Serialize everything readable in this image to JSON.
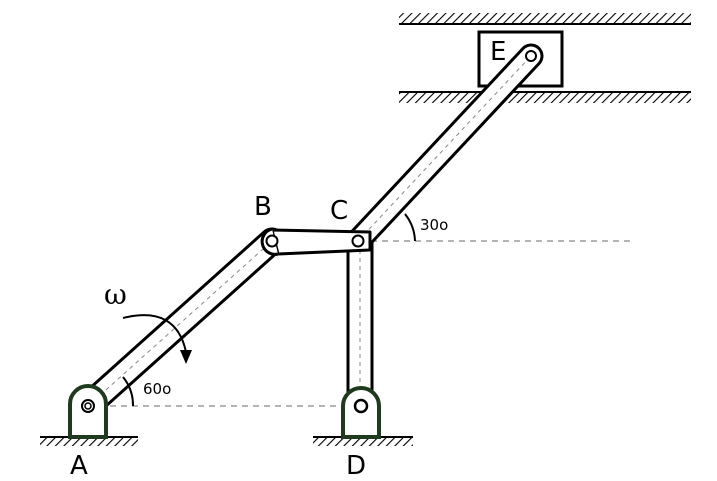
{
  "labels": {
    "A": "A",
    "B": "B",
    "C": "C",
    "D": "D",
    "E": "E",
    "omega": "ω",
    "angle_ab": "60o",
    "angle_ce": "30o"
  },
  "colors": {
    "stroke": "#000000",
    "support_stroke": "#1f3a1f",
    "fill": "#ffffff",
    "hatch": "#000000",
    "dashed": "#888888"
  },
  "icons": {
    "ground": "hatched-ground-icon",
    "wall": "hatched-wall-icon",
    "pin": "pin-joint-icon"
  }
}
